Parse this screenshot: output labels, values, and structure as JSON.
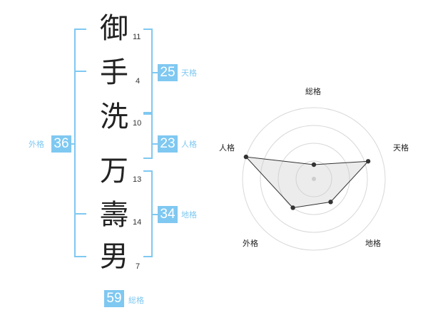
{
  "name": {
    "characters": [
      {
        "char": "御",
        "strokes": "11"
      },
      {
        "char": "手",
        "strokes": "4"
      },
      {
        "char": "洗",
        "strokes": "10"
      },
      {
        "char": "万",
        "strokes": "13"
      },
      {
        "char": "壽",
        "strokes": "14"
      },
      {
        "char": "男",
        "strokes": "7"
      }
    ]
  },
  "fortune": {
    "tenkaku": {
      "value": "25",
      "label": "天格"
    },
    "jinkaku": {
      "value": "23",
      "label": "人格"
    },
    "chikaku": {
      "value": "34",
      "label": "地格"
    },
    "gaikaku": {
      "value": "36",
      "label": "外格"
    },
    "soukaku": {
      "value": "59",
      "label": "総格"
    }
  },
  "colors": {
    "accent": "#7fc8f1",
    "text": "#222222",
    "radar_fill": "#ececec"
  },
  "chart_data": {
    "type": "radar",
    "axes": [
      "総格",
      "天格",
      "地格",
      "外格",
      "人格"
    ],
    "values": [
      1,
      4,
      2,
      2.5,
      5
    ],
    "max": 5,
    "rings": 4
  }
}
